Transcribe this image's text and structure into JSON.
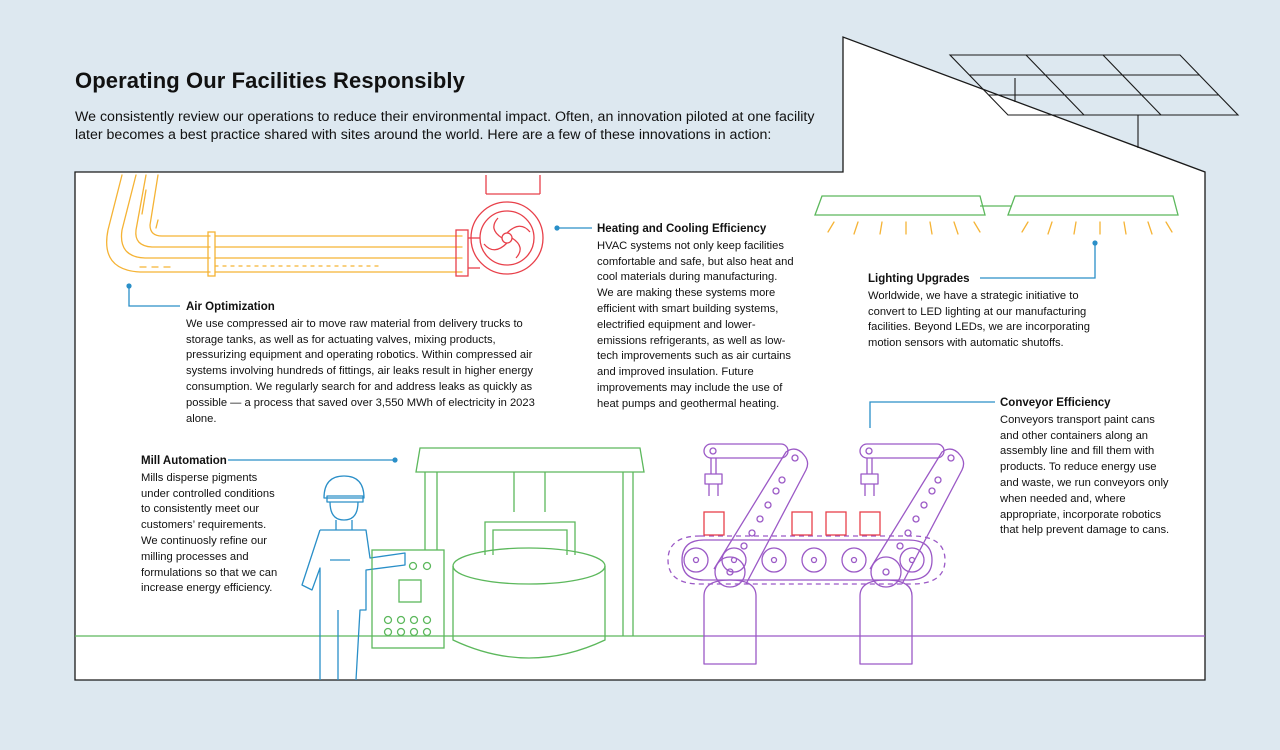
{
  "header": {
    "title": "Operating Our Facilities Responsibly",
    "intro": "We consistently review our operations to reduce their environmental impact. Often, an innovation piloted at one facility later becomes a best practice shared with sites around the world. Here are a few of these innovations in action:"
  },
  "colors": {
    "background": "#dde8f0",
    "outline": "#1a1a1a",
    "air_pipes": "#f5b335",
    "hvac": "#e8404a",
    "lighting_and_mill": "#5cb85c",
    "conveyor": "#9b59c6",
    "worker_and_callouts": "#2a8fc8"
  },
  "sections": {
    "air": {
      "title": "Air Optimization",
      "body": "We use compressed air to move raw material from delivery trucks to storage tanks, as well as for actuating valves, mixing products, pressurizing equipment and operating robotics. Within compressed air systems involving hundreds of fittings, air leaks result in higher energy consumption. We regularly search for and address leaks as quickly as possible — a process that saved over 3,550 MWh of electricity in 2023 alone."
    },
    "hvac": {
      "title": "Heating and Cooling Efficiency",
      "body": "HVAC systems not only keep facilities comfortable and safe, but also heat and cool materials during manufacturing. We are making these systems more efficient with smart building systems, electrified equipment and lower-emissions refrigerants, as well as low-tech improvements such as air curtains and improved insulation. Future improvements may include the use of heat pumps and geothermal heating."
    },
    "lighting": {
      "title": "Lighting Upgrades",
      "body": "Worldwide, we have a strategic initiative to convert to LED lighting at our manufacturing facilities. Beyond LEDs, we are incorporating motion sensors with automatic shutoffs."
    },
    "conveyor": {
      "title": "Conveyor Efficiency",
      "body": "Conveyors transport paint cans and other containers along an assembly line and fill them with products. To reduce energy use and waste, we run conveyors only when needed and, where appropriate, incorporate robotics that help prevent damage to cans."
    },
    "mill": {
      "title": "Mill Automation",
      "body": "Mills disperse pigments under controlled conditions to consistently meet our customers’ requirements. We continuosly refine our milling processes and formulations so that we can increase energy efficiency."
    }
  },
  "icons": [
    "solar-panel-icon",
    "compressed-air-pipes-icon",
    "hvac-fan-icon",
    "led-light-fixture-icon",
    "worker-icon",
    "control-panel-icon",
    "mill-tank-icon",
    "robot-arm-icon",
    "conveyor-belt-icon",
    "paint-can-icon"
  ]
}
